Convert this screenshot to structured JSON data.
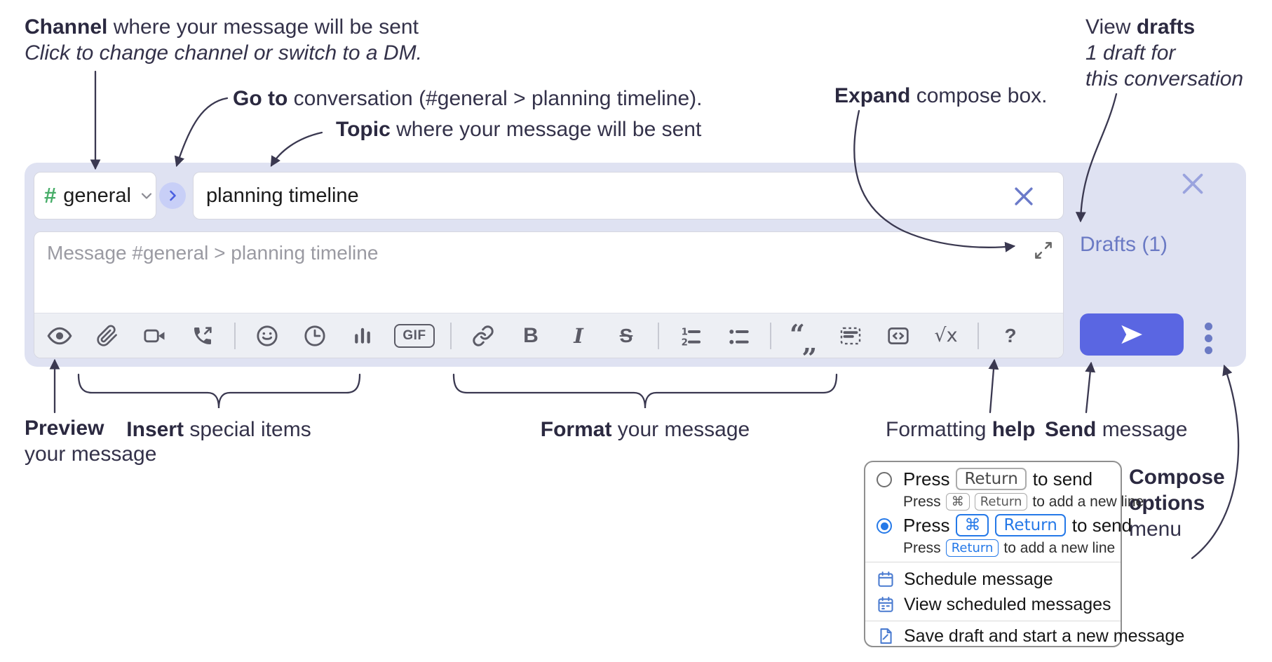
{
  "annotations": {
    "channel": {
      "bold": "Channel",
      "rest": " where your message will be sent",
      "sub": "Click to change channel or switch to a DM."
    },
    "goto": {
      "bold": "Go to",
      "rest": " conversation (#general > planning timeline)."
    },
    "topic": {
      "bold": "Topic",
      "rest": " where your message will be sent"
    },
    "expand": {
      "bold": "Expand",
      "rest": " compose box."
    },
    "view_drafts": {
      "pre": "View ",
      "bold": "drafts",
      "line2": "1 draft for",
      "line3": "this conversation"
    },
    "preview": {
      "bold": "Preview",
      "line2": "your message"
    },
    "insert": {
      "bold": "Insert",
      "rest": " special items"
    },
    "format": {
      "bold": "Format",
      "rest": " your message"
    },
    "help": {
      "pre": "Formatting ",
      "bold": "help"
    },
    "send": {
      "bold": "Send",
      "rest": " message"
    },
    "compose_options": {
      "line1": "Compose",
      "line2": "options",
      "line3": "menu"
    }
  },
  "compose": {
    "channel": "general",
    "topic": "planning timeline",
    "placeholder": "Message #general > planning timeline",
    "drafts": "Drafts (1)"
  },
  "toolbar": {
    "gif": "GIF",
    "bold": "B",
    "italic": "I",
    "strike": "S",
    "math": "√x",
    "help": "?"
  },
  "icons": {
    "hash": "#",
    "quote_open": "“",
    "quote_low": "„"
  },
  "popup": {
    "opt1": {
      "press": "Press",
      "key": "Return",
      "suffix": "to send",
      "sub_press": "Press",
      "sub_key1": "⌘",
      "sub_key2": "Return",
      "sub_suffix": "to add a new line"
    },
    "opt2": {
      "press": "Press",
      "key1": "⌘",
      "key2": "Return",
      "suffix": "to send",
      "sub_press": "Press",
      "sub_key": "Return",
      "sub_suffix": "to add a new line"
    },
    "schedule": "Schedule message",
    "view_scheduled": "View scheduled messages",
    "save_draft": "Save draft and start a new message"
  },
  "colors": {
    "compose_bg": "#dfe2f2",
    "accent": "#5a66e2",
    "link": "#6b7ac4",
    "key_blue": "#2579e8",
    "hash_green": "#47ad68",
    "arrow": "#3a3850"
  }
}
